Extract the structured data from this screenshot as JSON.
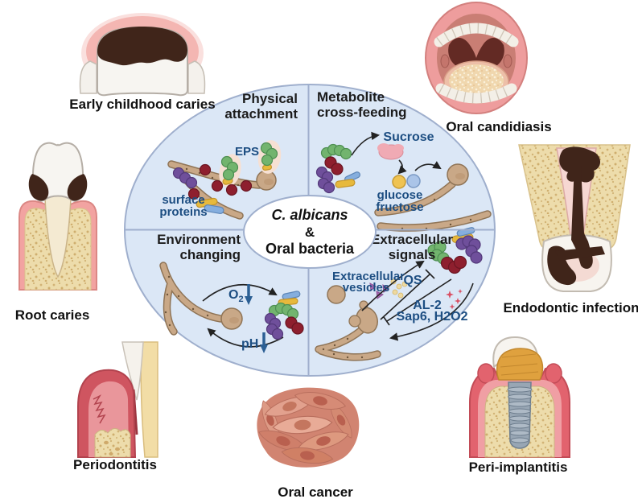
{
  "center": {
    "line1": "C. albicans",
    "line2": "&",
    "line3": "Oral bacteria"
  },
  "quadrants": {
    "physical_attachment": {
      "title": [
        "Physical",
        "attachment"
      ],
      "eps_label": "EPS",
      "surface_proteins_label": [
        "surface",
        "proteins"
      ]
    },
    "metabolite_cross_feeding": {
      "title": [
        "Metabolite",
        "cross-feeding"
      ],
      "sucrose_label": "Sucrose",
      "glucose_label": "glucose",
      "fructose_label": "fructose"
    },
    "environment_changing": {
      "title": [
        "Environment",
        "changing"
      ],
      "o2_label": "O",
      "o2_subscript": "2",
      "ph_label": "pH"
    },
    "extracellular_signals": {
      "title": [
        "Extracellular",
        "signals"
      ],
      "vesicles_label": [
        "Extracellular",
        "vesicles"
      ],
      "qs_label": "QS",
      "ai2_label": "AL-2",
      "sap6_h2o2_label": "Sap6, H2O2"
    }
  },
  "diseases": {
    "early_childhood_caries": {
      "label": "Early childhood caries"
    },
    "oral_candidiasis": {
      "label": "Oral candidiasis"
    },
    "root_caries": {
      "label": "Root caries"
    },
    "endodontic_infection": {
      "label": "Endodontic infection"
    },
    "periodontitis": {
      "label": "Periodontitis"
    },
    "oral_cancer": {
      "label": "Oral cancer"
    },
    "peri_implantitis": {
      "label": "Peri-implantitis"
    }
  },
  "colors": {
    "quadrant_fill": "#dbe7f6",
    "quadrant_stroke": "#9fafcd",
    "label_blue": "#1d4e82",
    "title_black": "#1a1a1a",
    "hypha_tan": "#c9a887",
    "green_cocci": "#72b46e",
    "dark_red_cocci": "#8e1f2e",
    "purple_cocci": "#6f4f9b",
    "yellow_rod": "#e7b93c",
    "blue_rod": "#85aede",
    "sucrose_pink": "#f0aab4",
    "glucose_yellow": "#efc352",
    "fructose_blue": "#aac4e8",
    "vesicle_purple": "#a569b0",
    "sparkle_red": "#d94f63",
    "decay_brown": "#40251a",
    "gum_pink": "#f2a3a1",
    "inflamed_red": "#d9606b",
    "bone_tan": "#eddcab",
    "tooth_white": "#f7f5f1",
    "implant_gray": "#98a6b4",
    "cancer_cell_salmon": "#dd997f"
  }
}
